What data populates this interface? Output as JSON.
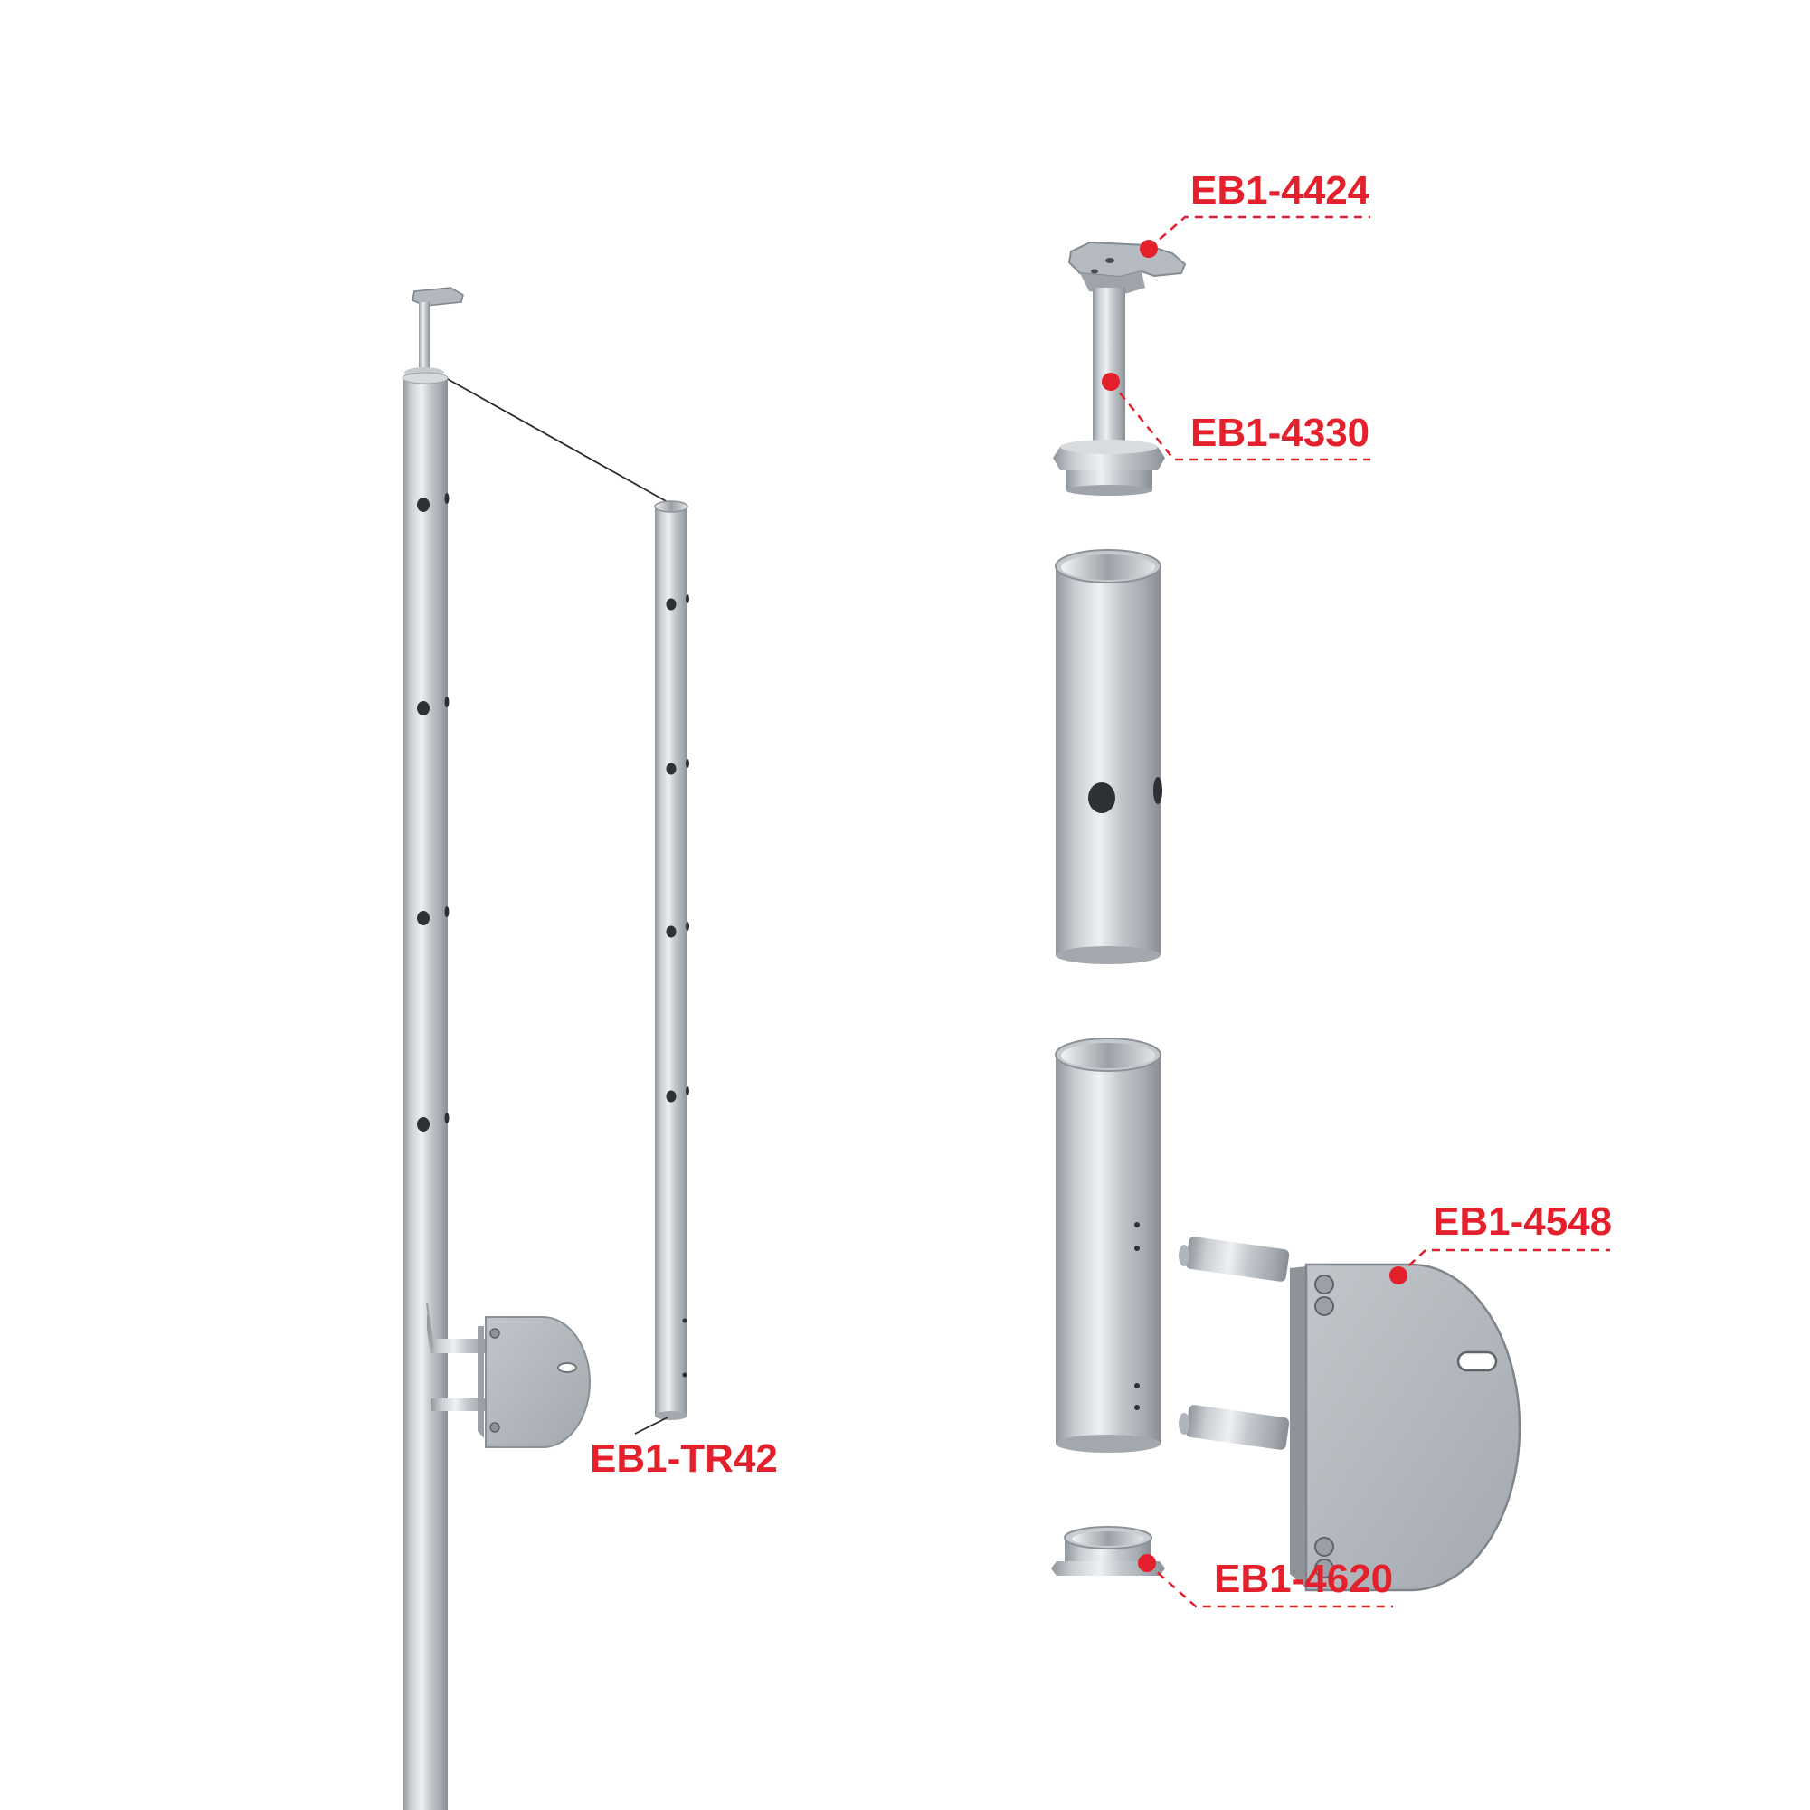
{
  "colors": {
    "accent_red": "#e3202b",
    "steel_light": "#dcdfe3",
    "steel_mid": "#b8bdc3",
    "steel_dark": "#8a9096",
    "hole": "#2d3034",
    "line": "#2a2a2a"
  },
  "labels": {
    "tr42": "EB1-TR42",
    "p4424": "EB1-4424",
    "p4330": "EB1-4330",
    "p4548": "EB1-4548",
    "p4620": "EB1-4620"
  }
}
